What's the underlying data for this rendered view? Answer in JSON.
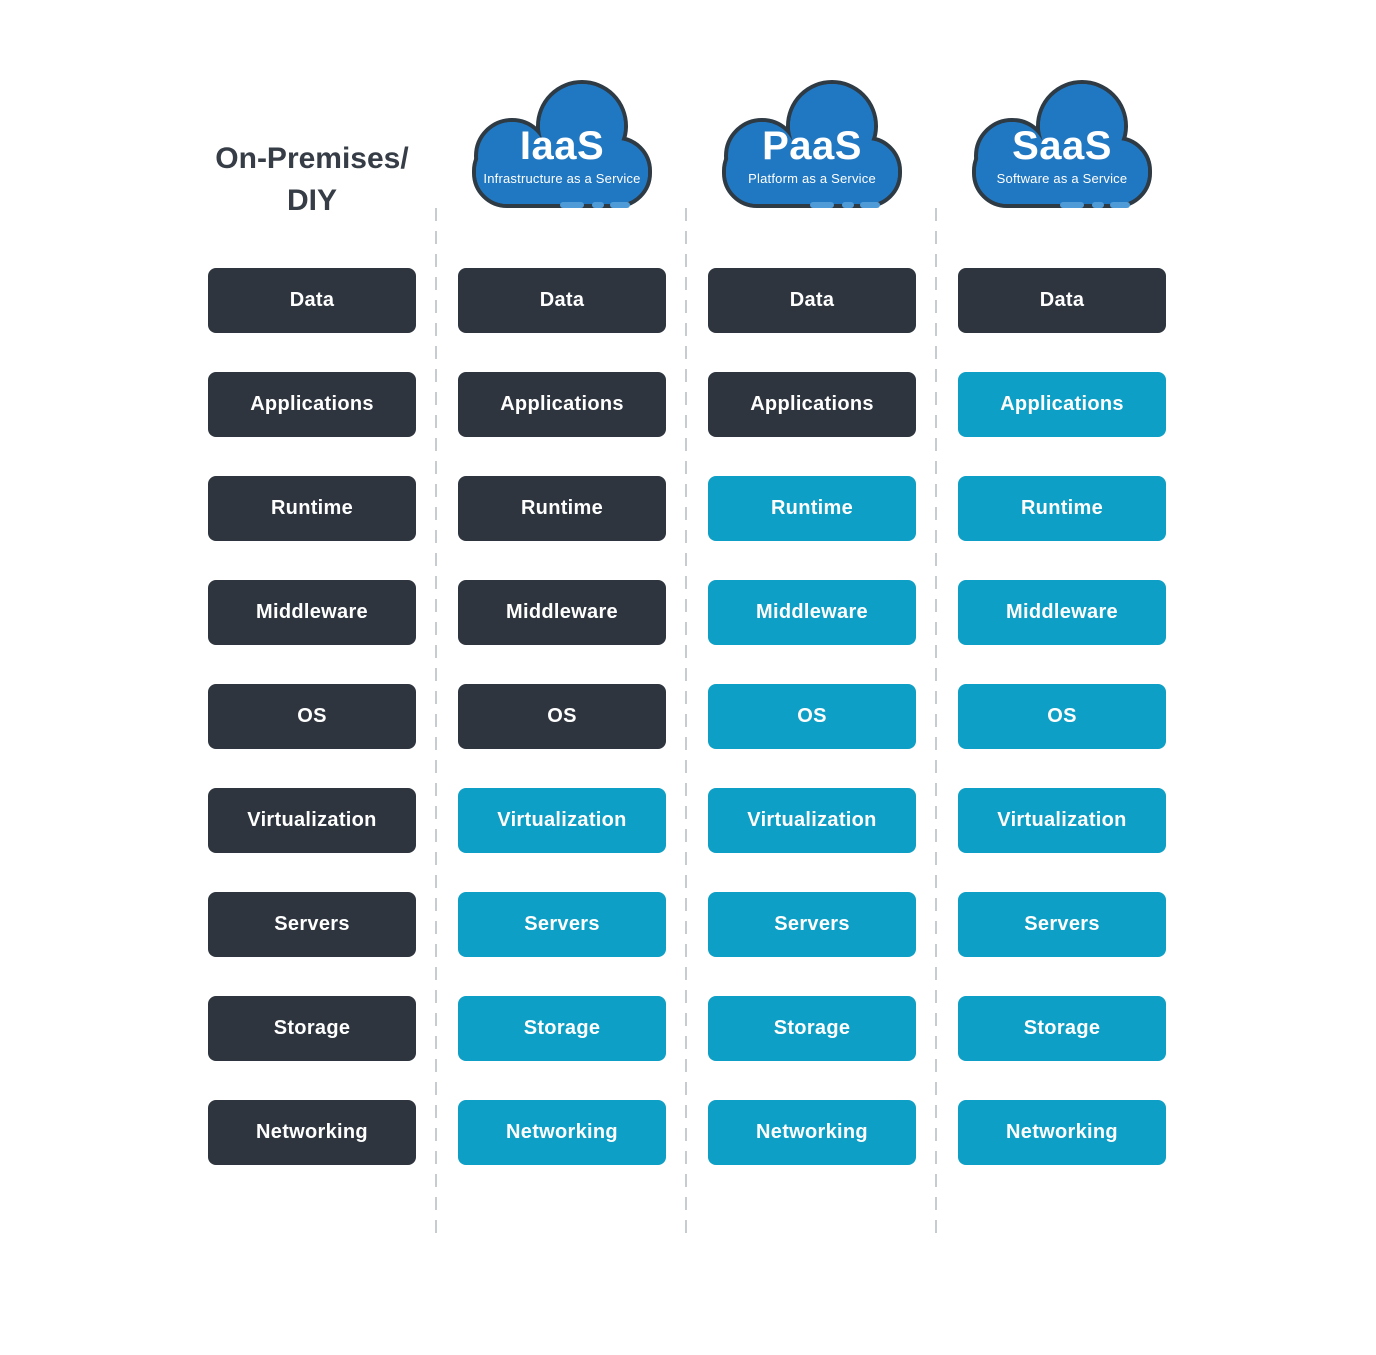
{
  "colors": {
    "dark_box": "#2e353e",
    "blue_box": "#0d9fc5",
    "cloud_fill": "#2178c2",
    "cloud_outline": "#2e3a44",
    "divider": "#c7ccd0",
    "box_text": "#ffffff",
    "header_text": "#363d47"
  },
  "columns": [
    {
      "key": "on-premises",
      "header": {
        "type": "text",
        "line1": "On-Premises/",
        "line2": "DIY"
      },
      "rows": [
        {
          "label": "Data",
          "variant": "dark"
        },
        {
          "label": "Applications",
          "variant": "dark"
        },
        {
          "label": "Runtime",
          "variant": "dark"
        },
        {
          "label": "Middleware",
          "variant": "dark"
        },
        {
          "label": "OS",
          "variant": "dark"
        },
        {
          "label": "Virtualization",
          "variant": "dark"
        },
        {
          "label": "Servers",
          "variant": "dark"
        },
        {
          "label": "Storage",
          "variant": "dark"
        },
        {
          "label": "Networking",
          "variant": "dark"
        }
      ]
    },
    {
      "key": "iaas",
      "header": {
        "type": "cloud",
        "acronym": "IaaS",
        "full_name": "Infrastructure as a Service"
      },
      "rows": [
        {
          "label": "Data",
          "variant": "dark"
        },
        {
          "label": "Applications",
          "variant": "dark"
        },
        {
          "label": "Runtime",
          "variant": "dark"
        },
        {
          "label": "Middleware",
          "variant": "dark"
        },
        {
          "label": "OS",
          "variant": "dark"
        },
        {
          "label": "Virtualization",
          "variant": "blue"
        },
        {
          "label": "Servers",
          "variant": "blue"
        },
        {
          "label": "Storage",
          "variant": "blue"
        },
        {
          "label": "Networking",
          "variant": "blue"
        }
      ]
    },
    {
      "key": "paas",
      "header": {
        "type": "cloud",
        "acronym": "PaaS",
        "full_name": "Platform as a Service"
      },
      "rows": [
        {
          "label": "Data",
          "variant": "dark"
        },
        {
          "label": "Applications",
          "variant": "dark"
        },
        {
          "label": "Runtime",
          "variant": "blue"
        },
        {
          "label": "Middleware",
          "variant": "blue"
        },
        {
          "label": "OS",
          "variant": "blue"
        },
        {
          "label": "Virtualization",
          "variant": "blue"
        },
        {
          "label": "Servers",
          "variant": "blue"
        },
        {
          "label": "Storage",
          "variant": "blue"
        },
        {
          "label": "Networking",
          "variant": "blue"
        }
      ]
    },
    {
      "key": "saas",
      "header": {
        "type": "cloud",
        "acronym": "SaaS",
        "full_name": "Software as a Service"
      },
      "rows": [
        {
          "label": "Data",
          "variant": "dark"
        },
        {
          "label": "Applications",
          "variant": "blue"
        },
        {
          "label": "Runtime",
          "variant": "blue"
        },
        {
          "label": "Middleware",
          "variant": "blue"
        },
        {
          "label": "OS",
          "variant": "blue"
        },
        {
          "label": "Virtualization",
          "variant": "blue"
        },
        {
          "label": "Servers",
          "variant": "blue"
        },
        {
          "label": "Storage",
          "variant": "blue"
        },
        {
          "label": "Networking",
          "variant": "blue"
        }
      ]
    }
  ]
}
